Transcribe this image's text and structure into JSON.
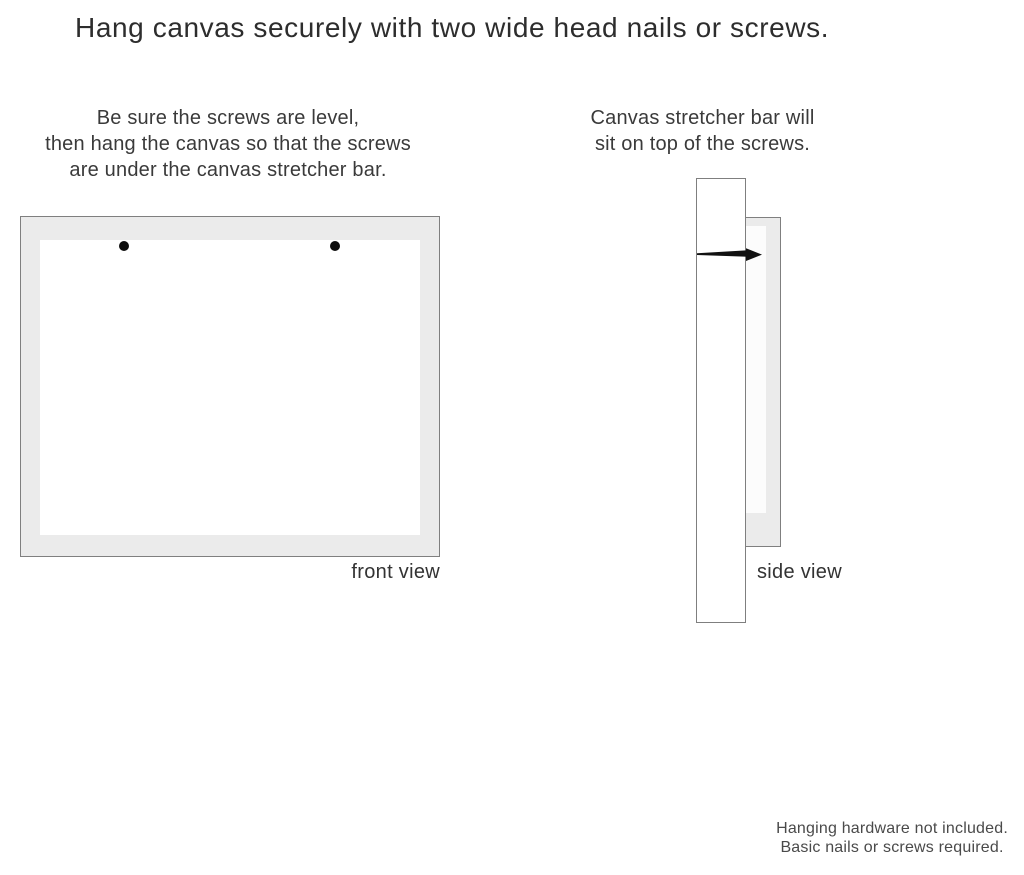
{
  "title": "Hang canvas securely with two wide head nails or screws.",
  "instructions": {
    "front": "Be sure the screws are level,\nthen hang the canvas so that the screws\nare under the canvas stretcher bar.",
    "side": "Canvas stretcher bar will\nsit on top of the screws."
  },
  "labels": {
    "front_view": "front view",
    "side_view": "side view"
  },
  "footnote": "Hanging hardware not included.\nBasic nails or screws required.",
  "colors": {
    "canvas_frame_gray": "#ebebeb",
    "outline_gray": "#7f7f7f",
    "nail_black": "#111111",
    "title_text": "#2d2d2d",
    "body_text": "#3a3a3a"
  }
}
